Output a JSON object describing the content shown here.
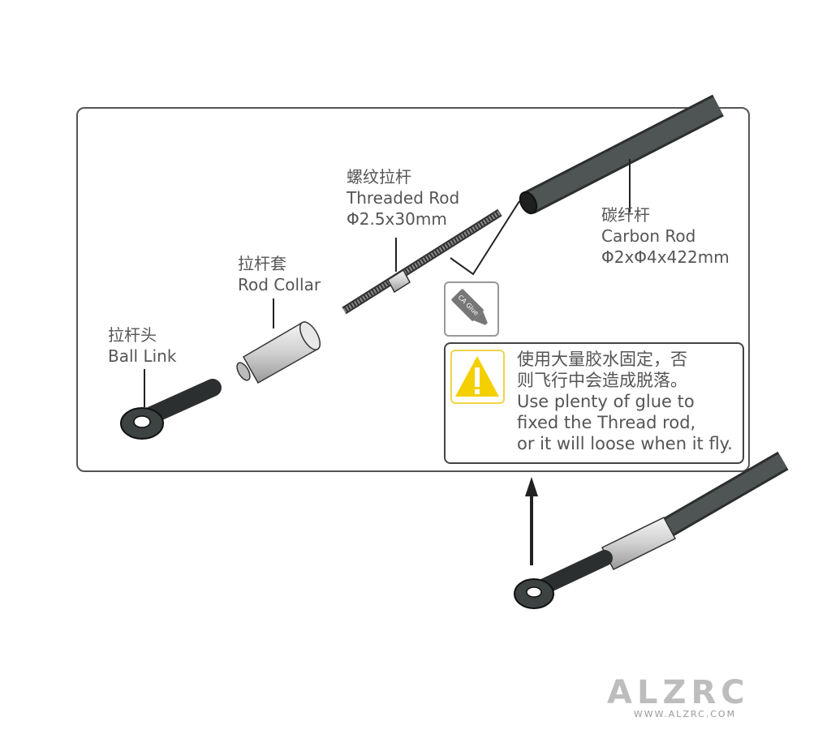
{
  "parts": {
    "threaded_rod": {
      "zh": "螺纹拉杆",
      "en": "Threaded Rod",
      "spec": "Φ2.5x30mm"
    },
    "carbon_rod": {
      "zh": "碳纤杆",
      "en": "Carbon Rod",
      "spec": "Φ2xΦ4x422mm"
    },
    "rod_collar": {
      "zh": "拉杆套",
      "en": "Rod Collar"
    },
    "ball_link": {
      "zh": "拉杆头",
      "en": "Ball Link"
    }
  },
  "glue_icon": {
    "label": "CA Glue",
    "icon": "glue-tube-icon"
  },
  "warning": {
    "icon": "warning-triangle-icon",
    "zh_line1": "使用大量胶水固定，否",
    "zh_line2": "则飞行中会造成脱落。",
    "en_line1": "Use plenty of glue to",
    "en_line2": "fixed the Thread rod,",
    "en_line3": "or it will loose when it fly."
  },
  "logo": {
    "brand": "ALZRC",
    "url": "WWW.ALZRC.COM"
  },
  "colors": {
    "rod": "#4a504f",
    "frame": "#555555",
    "warning_yellow": "#f5d000"
  }
}
